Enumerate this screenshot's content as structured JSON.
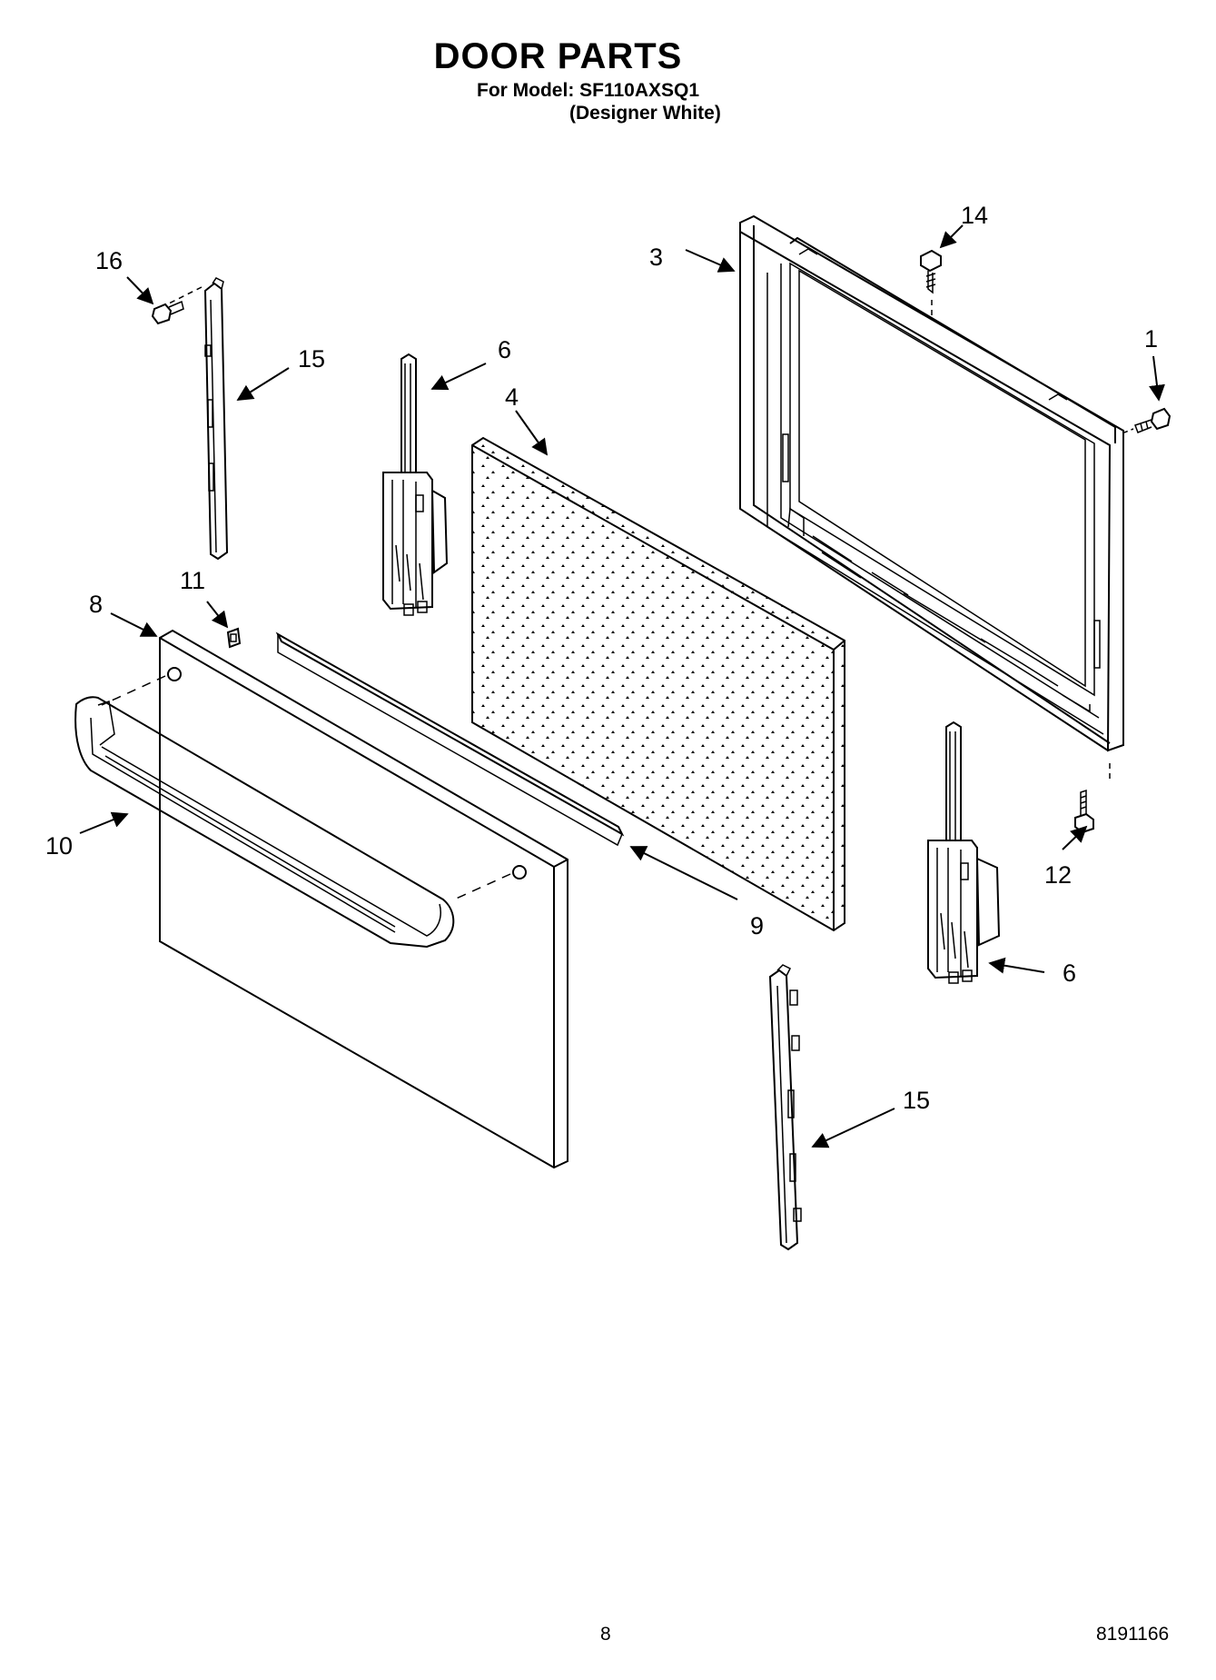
{
  "header": {
    "title": "DOOR PARTS",
    "model_line": "For Model: SF110AXSQ1",
    "variant_line": "(Designer White)"
  },
  "callouts": {
    "c1": "1",
    "c3": "3",
    "c4": "4",
    "c6a": "6",
    "c6b": "6",
    "c8": "8",
    "c9": "9",
    "c10": "10",
    "c11": "11",
    "c12": "12",
    "c14": "14",
    "c15a": "15",
    "c15b": "15",
    "c16": "16"
  },
  "footer": {
    "page_number": "8",
    "document_number": "8191166"
  }
}
